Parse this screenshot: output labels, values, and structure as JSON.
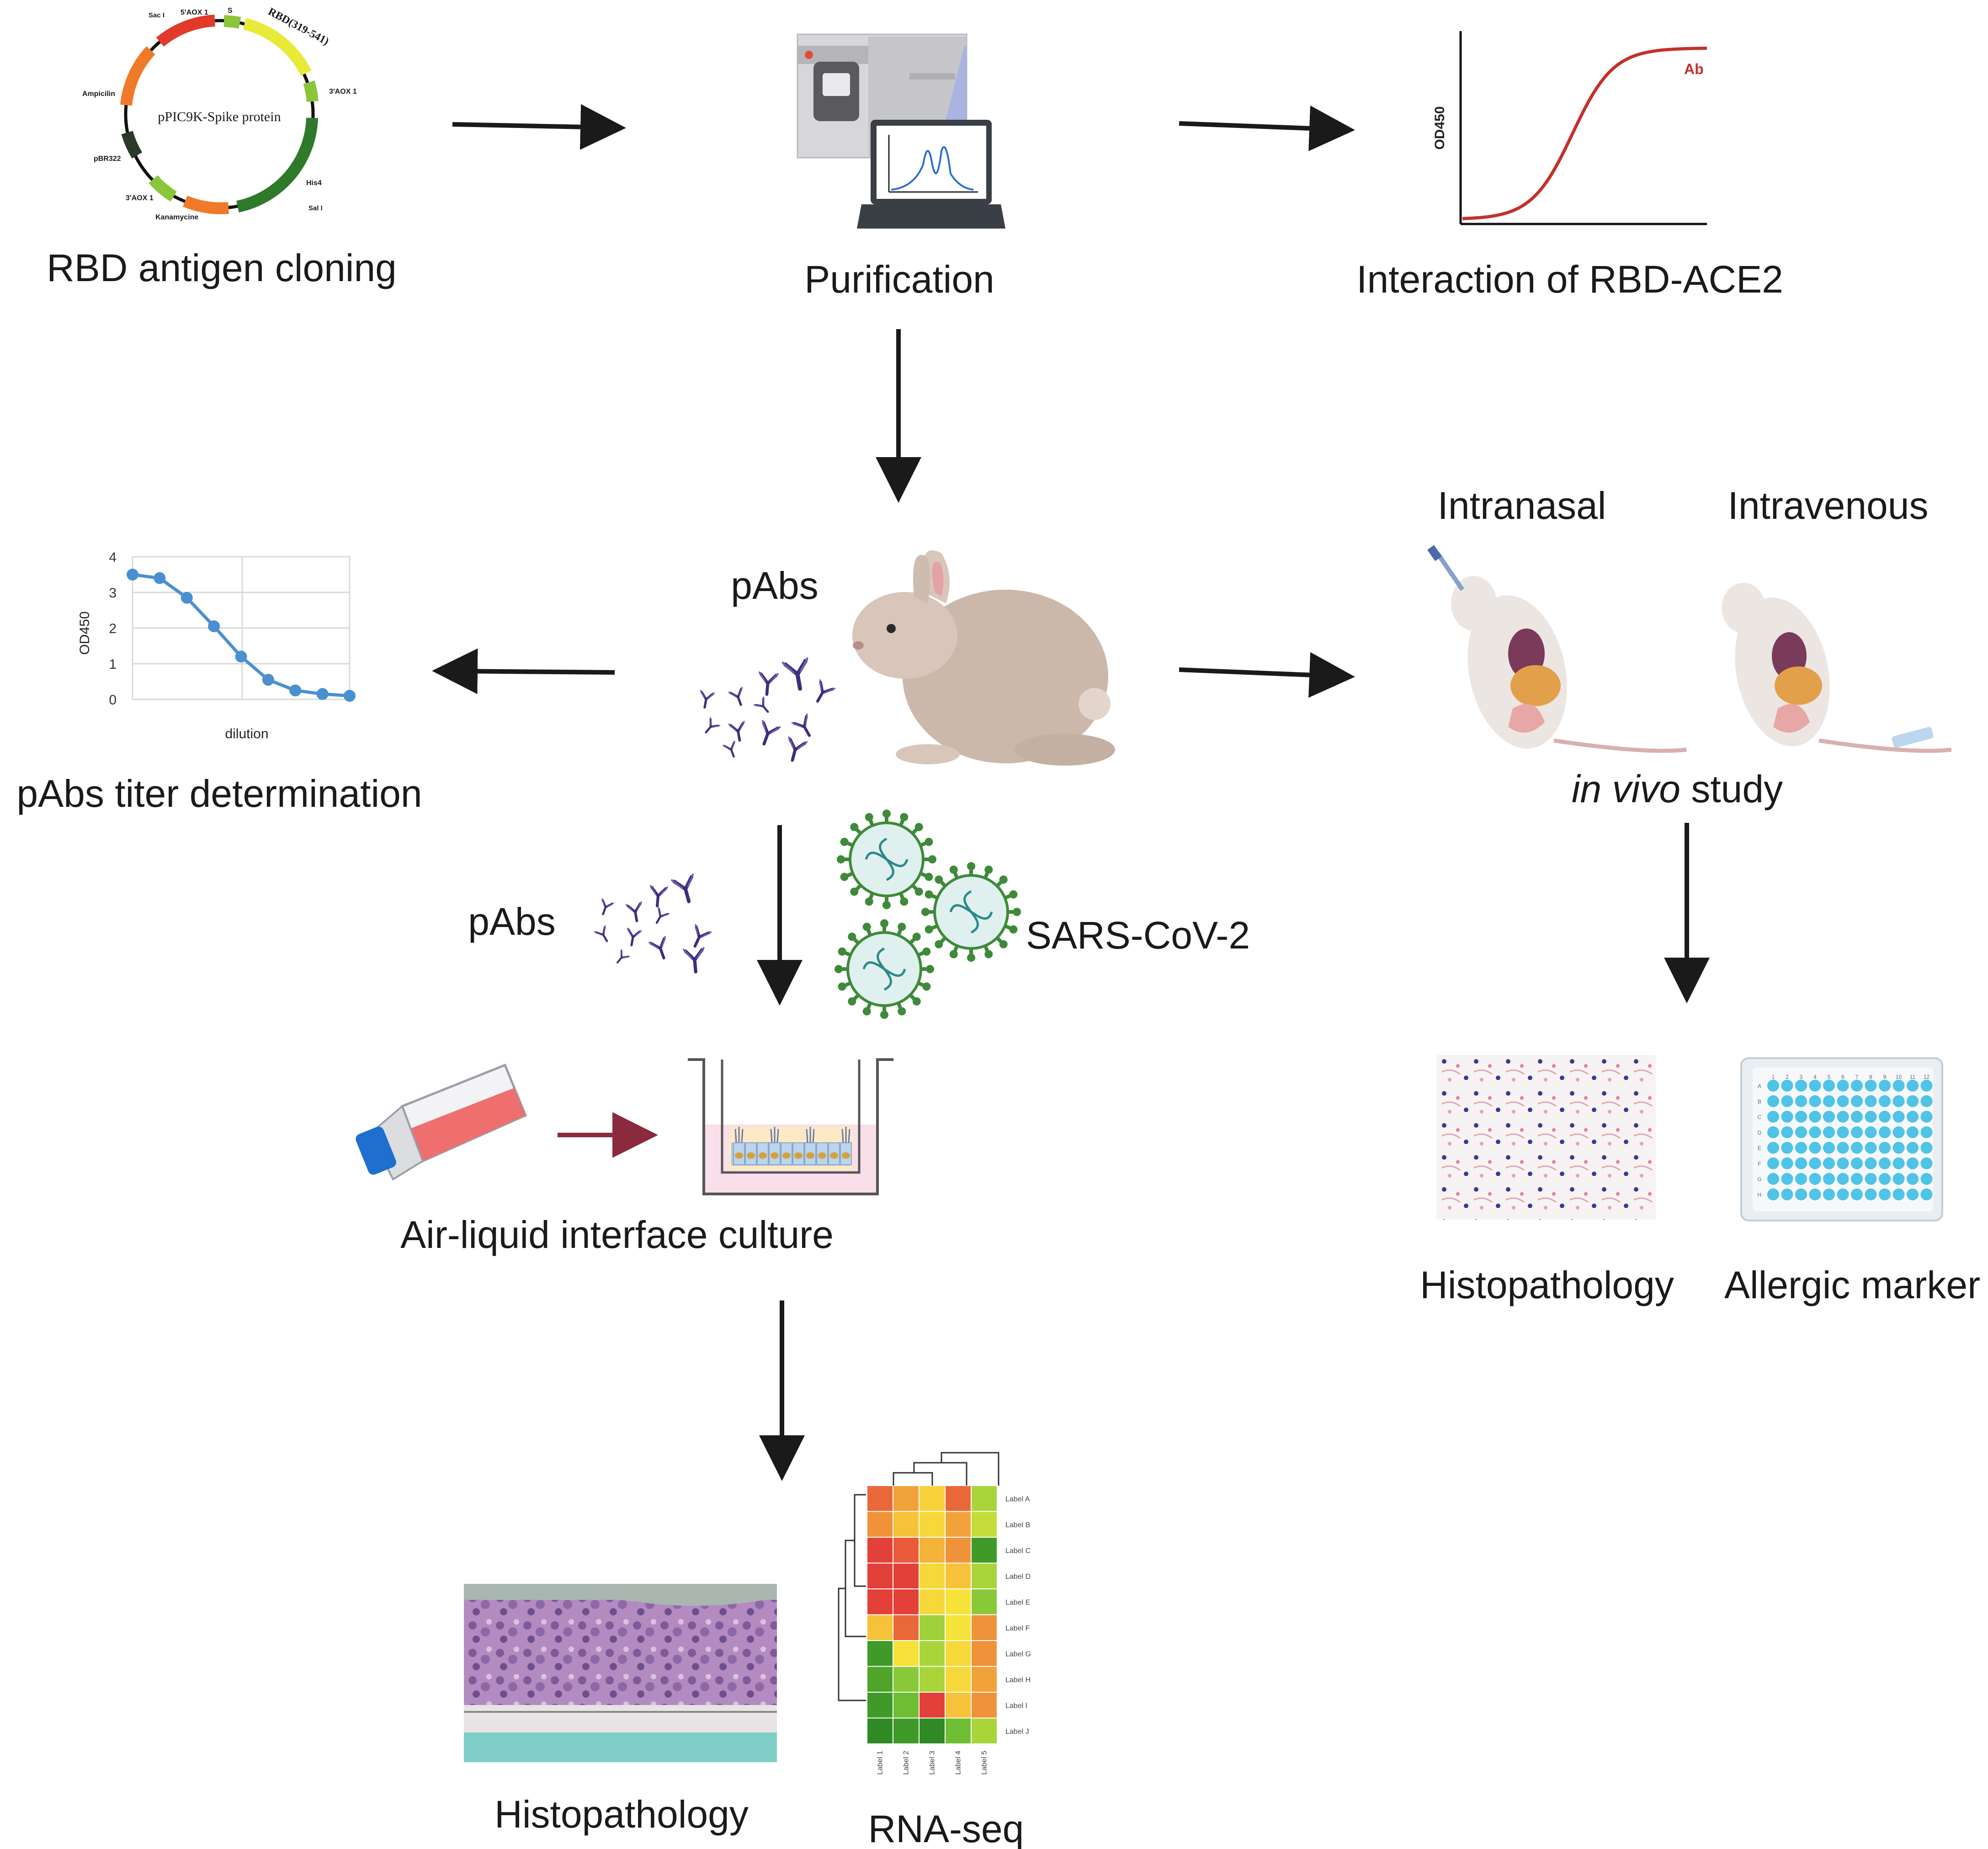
{
  "nodes": {
    "cloning": "RBD antigen cloning",
    "purification": "Purification",
    "interaction": "Interaction of RBD-ACE2",
    "pabs_main": "pAbs",
    "titer": "pAbs titer determination",
    "intranasal": "Intranasal",
    "intravenous": "Intravenous",
    "invivo_italic": "in vivo",
    "invivo_rest": " study",
    "pabs_second": "pAbs",
    "sars": "SARS-CoV-2",
    "ali": "Air-liquid interface culture",
    "histo_right": "Histopathology",
    "allergic": "Allergic marker",
    "histo_bottom": "Histopathology",
    "rnaseq": "RNA-seq"
  },
  "plasmid": {
    "name": "pPIC9K-Spike protein",
    "features": [
      "5'AOX 1",
      "RBD(319-541)",
      "3'AOX 1",
      "His4",
      "Sal I",
      "Kanamycine",
      "3'AOX 1",
      "pBR322",
      "Ampicilin",
      "Sac I",
      "S"
    ]
  },
  "chart_data": [
    {
      "type": "line",
      "title": "",
      "xlabel": "",
      "ylabel": "OD450",
      "series": [
        {
          "name": "Ab",
          "description": "sigmoidal curve",
          "values": []
        }
      ]
    },
    {
      "type": "line",
      "title": "",
      "xlabel": "dilution",
      "ylabel": "OD450",
      "ylim": [
        0,
        4
      ],
      "yticks": [
        "0",
        "1",
        "2",
        "3",
        "4"
      ],
      "series": [
        {
          "name": "",
          "values": [
            3.5,
            3.4,
            2.85,
            2.05,
            1.2,
            0.55,
            0.25,
            0.15,
            0.1
          ]
        }
      ]
    },
    {
      "type": "heatmap",
      "rows": [
        "Label A",
        "Label B",
        "Label C",
        "Label D",
        "Label E",
        "Label F",
        "Label G",
        "Label H",
        "Label I",
        "Label J"
      ],
      "columns": [
        "Label 1",
        "Label 2",
        "Label 3",
        "Label 4",
        "Label 5"
      ],
      "colors": [
        [
          "#e8683a",
          "#f2a23a",
          "#f7d23a",
          "#e8683a",
          "#a9d53a"
        ],
        [
          "#f0923a",
          "#f6c23a",
          "#f7d83a",
          "#f2a23a",
          "#c4dc3a"
        ],
        [
          "#e3403a",
          "#e85a3a",
          "#f4b33a",
          "#f0923a",
          "#3f9a2a"
        ],
        [
          "#e3403a",
          "#e3403a",
          "#f7d83a",
          "#f6c23a",
          "#a9d53a"
        ],
        [
          "#e3403a",
          "#e3403a",
          "#f7d83a",
          "#f7e23a",
          "#8ac93a"
        ],
        [
          "#f6c23a",
          "#e8683a",
          "#9fd23a",
          "#f4e43a",
          "#f0923a"
        ],
        [
          "#3f9a2a",
          "#f6e03a",
          "#a9d53a",
          "#f7d83a",
          "#f0923a"
        ],
        [
          "#4fa52a",
          "#8ac93a",
          "#a9d53a",
          "#f7d83a",
          "#f2a23a"
        ],
        [
          "#3f9a2a",
          "#6fbd32",
          "#e3403a",
          "#f6c23a",
          "#f0923a"
        ],
        [
          "#2f8a25",
          "#3f9a2a",
          "#2f8a25",
          "#6fbd32",
          "#a9d53a"
        ]
      ]
    }
  ],
  "plate": {
    "columns": [
      "1",
      "2",
      "3",
      "4",
      "5",
      "6",
      "7",
      "8",
      "9",
      "10",
      "11",
      "12"
    ],
    "rows": [
      "A",
      "B",
      "C",
      "D",
      "E",
      "F",
      "G",
      "H"
    ]
  },
  "colors": {
    "arrow": "#1a1a1a",
    "flask_arrow": "#8b2a3c",
    "ab_curve": "#c4302b",
    "titer_line": "#4a90d0",
    "antibody": "#3b2f7a",
    "virus_spike": "#3e8a3a",
    "plate_well": "#4fc3e8"
  }
}
